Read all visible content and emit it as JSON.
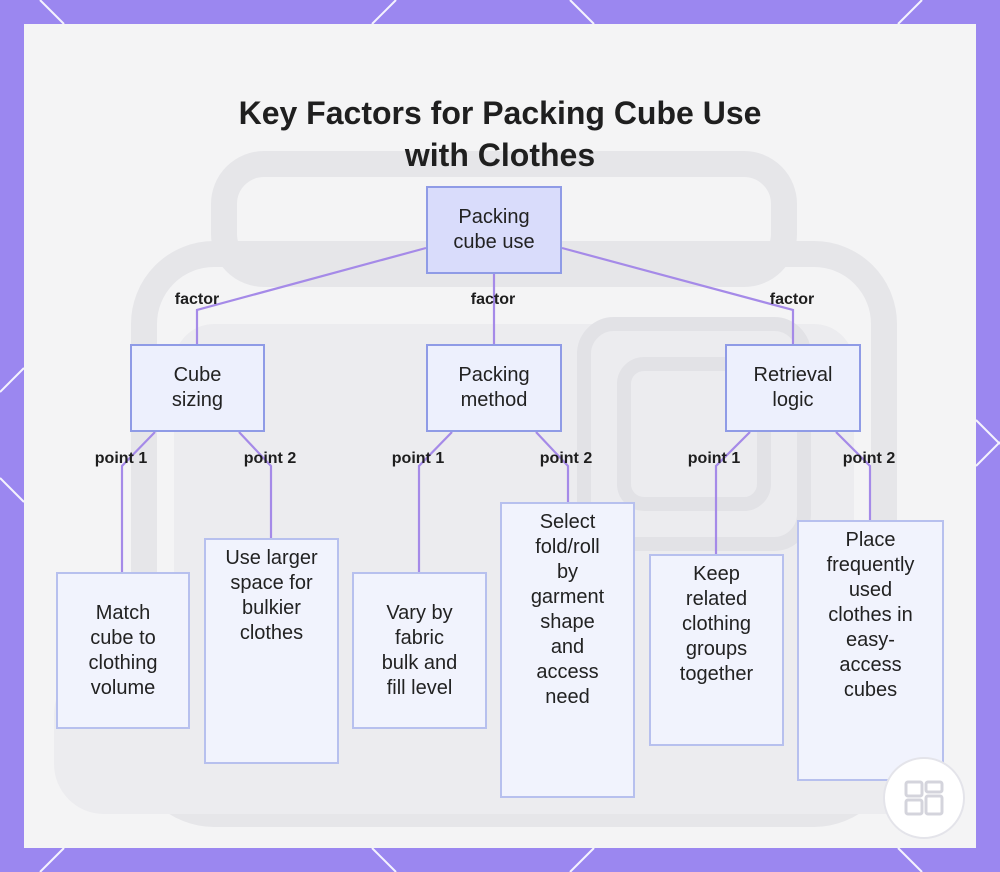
{
  "title_lines": [
    "Key Factors for Packing Cube Use",
    "with Clothes"
  ],
  "root": {
    "label": "Packing cube use"
  },
  "factors": [
    {
      "label": "Cube sizing",
      "edge_label": "factor",
      "points": [
        {
          "edge_label": "point 1",
          "label": "Match cube to clothing volume"
        },
        {
          "edge_label": "point 2",
          "label": "Use larger space for bulkier clothes"
        }
      ]
    },
    {
      "label": "Packing method",
      "edge_label": "factor",
      "points": [
        {
          "edge_label": "point 1",
          "label": "Vary by fabric bulk and fill level"
        },
        {
          "edge_label": "point 2",
          "label": "Select fold/roll by garment shape and access need"
        }
      ]
    },
    {
      "label": "Retrieval logic",
      "edge_label": "factor",
      "points": [
        {
          "edge_label": "point 1",
          "label": "Keep related clothing groups together"
        },
        {
          "edge_label": "point 2",
          "label": "Place frequently used clothes in easy-access cubes"
        }
      ]
    }
  ],
  "colors": {
    "frame": "#9b87f0",
    "connector": "#a58ae8",
    "node_border": "#8f9be6",
    "root_fill": "#d9dcfb",
    "node_fill": "#edf0fd"
  },
  "icons": {
    "corner_badge": "packing-logo-icon"
  }
}
